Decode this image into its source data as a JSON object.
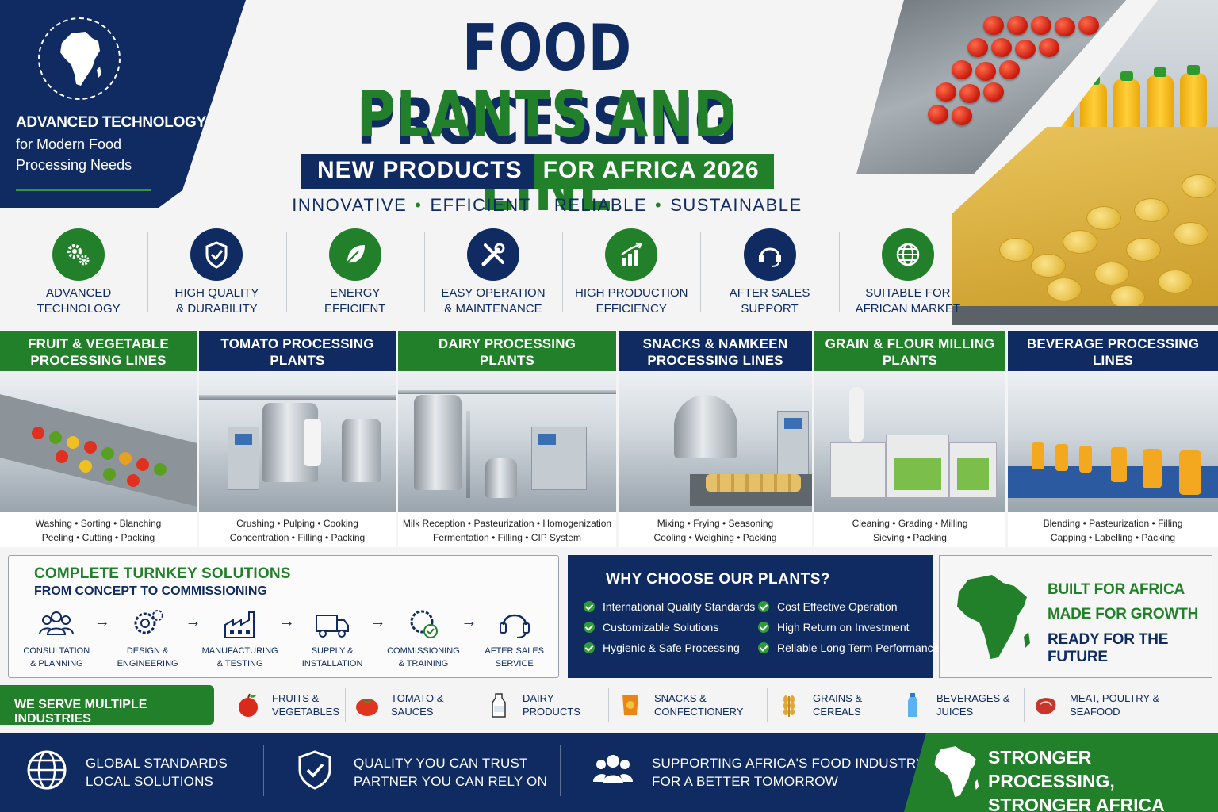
{
  "badge": {
    "line1": "ADVANCED TECHNOLOGY",
    "line2": "for Modern Food",
    "line3": "Processing Needs"
  },
  "hero": {
    "title_line1": "FOOD PROCESSING",
    "title_line2": "PLANTS AND LINE",
    "banner_left": "NEW PRODUCTS",
    "banner_right": "FOR AFRICA 2026",
    "tagline": [
      "INNOVATIVE",
      "EFFICIENT",
      "RELIABLE",
      "SUSTAINABLE"
    ]
  },
  "features": [
    {
      "line1": "ADVANCED",
      "line2": "TECHNOLOGY",
      "icon": "gears-icon",
      "color": "#23802a"
    },
    {
      "line1": "HIGH QUALITY",
      "line2": "& DURABILITY",
      "icon": "shield-check-icon",
      "color": "#0f2b61"
    },
    {
      "line1": "ENERGY",
      "line2": "EFFICIENT",
      "icon": "leaf-icon",
      "color": "#23802a"
    },
    {
      "line1": "EASY OPERATION",
      "line2": "& MAINTENANCE",
      "icon": "tools-icon",
      "color": "#0f2b61"
    },
    {
      "line1": "HIGH PRODUCTION",
      "line2": "EFFICIENCY",
      "icon": "growth-chart-icon",
      "color": "#23802a"
    },
    {
      "line1": "AFTER SALES",
      "line2": "SUPPORT",
      "icon": "headset-icon",
      "color": "#0f2b61"
    },
    {
      "line1": "SUITABLE FOR",
      "line2": "AFRICAN MARKET",
      "icon": "globe-icon",
      "color": "#23802a"
    }
  ],
  "lines": [
    {
      "title1": "FRUIT & VEGETABLE",
      "title2": "PROCESSING LINES",
      "cap1": "Washing • Sorting • Blanching",
      "cap2": "Peeling • Cutting • Packing"
    },
    {
      "title1": "TOMATO PROCESSING",
      "title2": "PLANTS",
      "cap1": "Crushing • Pulping • Cooking",
      "cap2": "Concentration • Filling • Packing"
    },
    {
      "title1": "DAIRY PROCESSING",
      "title2": "PLANTS",
      "cap1": "Milk Reception • Pasteurization • Homogenization",
      "cap2": "Fermentation • Filling • CIP System"
    },
    {
      "title1": "SNACKS & NAMKEEN",
      "title2": "PROCESSING LINES",
      "cap1": "Mixing • Frying • Seasoning",
      "cap2": "Cooling • Weighing • Packing"
    },
    {
      "title1": "GRAIN & FLOUR MILLING",
      "title2": "PLANTS",
      "cap1": "Cleaning • Grading • Milling",
      "cap2": "Sieving • Packing"
    },
    {
      "title1": "BEVERAGE PROCESSING",
      "title2": "LINES",
      "cap1": "Blending • Pasteurization • Filling",
      "cap2": "Capping • Labelling • Packing"
    }
  ],
  "turnkey": {
    "title": "COMPLETE TURNKEY SOLUTIONS",
    "subtitle": "FROM CONCEPT TO COMMISSIONING",
    "steps": [
      {
        "line1": "CONSULTATION",
        "line2": "& PLANNING",
        "icon": "people-icon"
      },
      {
        "line1": "DESIGN &",
        "line2": "ENGINEERING",
        "icon": "gear-design-icon"
      },
      {
        "line1": "MANUFACTURING",
        "line2": "& TESTING",
        "icon": "factory-icon"
      },
      {
        "line1": "SUPPLY &",
        "line2": "INSTALLATION",
        "icon": "truck-icon"
      },
      {
        "line1": "COMMISSIONING",
        "line2": "& TRAINING",
        "icon": "gear-check-icon"
      },
      {
        "line1": "AFTER SALES",
        "line2": "SERVICE",
        "icon": "headset-icon"
      }
    ]
  },
  "why": {
    "title": "WHY CHOOSE OUR PLANTS?",
    "left": [
      "International Quality Standards",
      "Customizable Solutions",
      "Hygienic & Safe Processing"
    ],
    "right": [
      "Cost Effective Operation",
      "High Return on Investment",
      "Reliable Long Term Performance"
    ]
  },
  "built": {
    "line1": "BUILT FOR AFRICA",
    "line2": "MADE FOR GROWTH",
    "line3": "READY FOR THE FUTURE"
  },
  "industries": {
    "tag": "WE SERVE MULTIPLE INDUSTRIES",
    "items": [
      {
        "line1": "FRUITS &",
        "line2": "VEGETABLES",
        "icon": "apple-icon"
      },
      {
        "line1": "TOMATO &",
        "line2": "SAUCES",
        "icon": "tomato-icon"
      },
      {
        "line1": "DAIRY",
        "line2": "PRODUCTS",
        "icon": "milk-bottle-icon"
      },
      {
        "line1": "SNACKS &",
        "line2": "CONFECTIONERY",
        "icon": "snack-bag-icon"
      },
      {
        "line1": "GRAINS &",
        "line2": "CEREALS",
        "icon": "wheat-icon"
      },
      {
        "line1": "BEVERAGES &",
        "line2": "JUICES",
        "icon": "bottle-icon"
      },
      {
        "line1": "MEAT, POULTRY &",
        "line2": "SEAFOOD",
        "icon": "meat-icon"
      }
    ]
  },
  "footer": {
    "b1_line1": "GLOBAL STANDARDS",
    "b1_line2": "LOCAL SOLUTIONS",
    "b2_line1": "QUALITY YOU CAN TRUST",
    "b2_line2": "PARTNER YOU CAN RELY ON",
    "b3_line1": "SUPPORTING AFRICA'S FOOD INDUSTRY",
    "b3_line2": "FOR A BETTER TOMORROW",
    "green_line1": "STRONGER PROCESSING,",
    "green_line2": "STRONGER AFRICA"
  },
  "colors": {
    "navy": "#0f2b61",
    "green": "#23802a"
  }
}
